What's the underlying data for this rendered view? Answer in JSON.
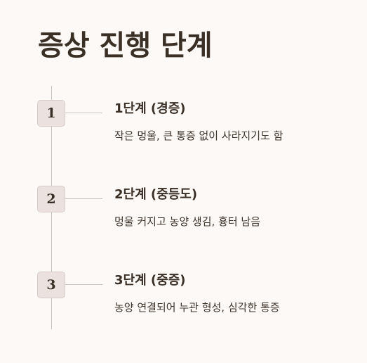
{
  "title": "증상 진행 단계",
  "steps": [
    {
      "number": "1",
      "title": "1단계 (경증)",
      "description": "작은 멍울, 큰 통증 없이 사라지기도 함"
    },
    {
      "number": "2",
      "title": "2단계 (중등도)",
      "description": "멍울 커지고 농양 생김, 흉터 남음"
    },
    {
      "number": "3",
      "title": "3단계 (중증)",
      "description": "농양 연결되어 누관 형성, 심각한 통증"
    }
  ],
  "colors": {
    "background": "#fdf9f6",
    "text": "#3a2f27",
    "badge_fill": "#ebe2df",
    "line": "#c9c3bd"
  }
}
